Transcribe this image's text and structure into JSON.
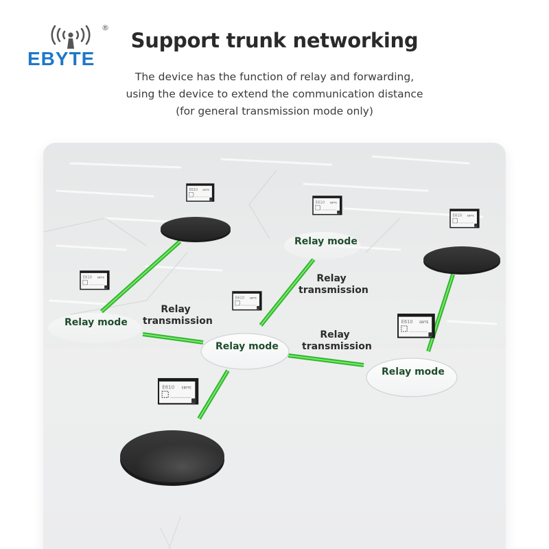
{
  "brand": {
    "name": "EBYTE",
    "registered_mark": "®",
    "icon": "wireless-tower-icon",
    "color": "#1f77c8"
  },
  "header": {
    "title": "Support trunk networking",
    "subtitle_lines": [
      "The device has the function of relay and forwarding,",
      "using the device to extend the communication distance",
      "(for general transmission mode only)"
    ]
  },
  "diagram": {
    "accent_color": "#3ccf3c",
    "nodes": [
      {
        "id": "endpoint-top-left",
        "type": "endpoint",
        "disc_color": "#2f2f30"
      },
      {
        "id": "relay-left",
        "type": "relay",
        "label": "Relay mode"
      },
      {
        "id": "relay-center",
        "type": "relay",
        "label": "Relay mode"
      },
      {
        "id": "relay-top-middle",
        "type": "relay",
        "label": "Relay mode"
      },
      {
        "id": "endpoint-right",
        "type": "endpoint",
        "disc_color": "#2f2f30"
      },
      {
        "id": "relay-right",
        "type": "relay",
        "label": "Relay mode"
      },
      {
        "id": "endpoint-bottom",
        "type": "endpoint",
        "disc_color": "#2f2f30"
      }
    ],
    "links": [
      {
        "id": "link-left-center",
        "label_line1": "Relay",
        "label_line2": "transmission"
      },
      {
        "id": "link-center-topmiddle",
        "label_line1": "Relay",
        "label_line2": "transmission"
      },
      {
        "id": "link-center-right",
        "label_line1": "Relay",
        "label_line2": "transmission"
      }
    ],
    "module": {
      "model": "E610",
      "brand": "EBYTE",
      "icon": "rf-module-icon"
    }
  }
}
